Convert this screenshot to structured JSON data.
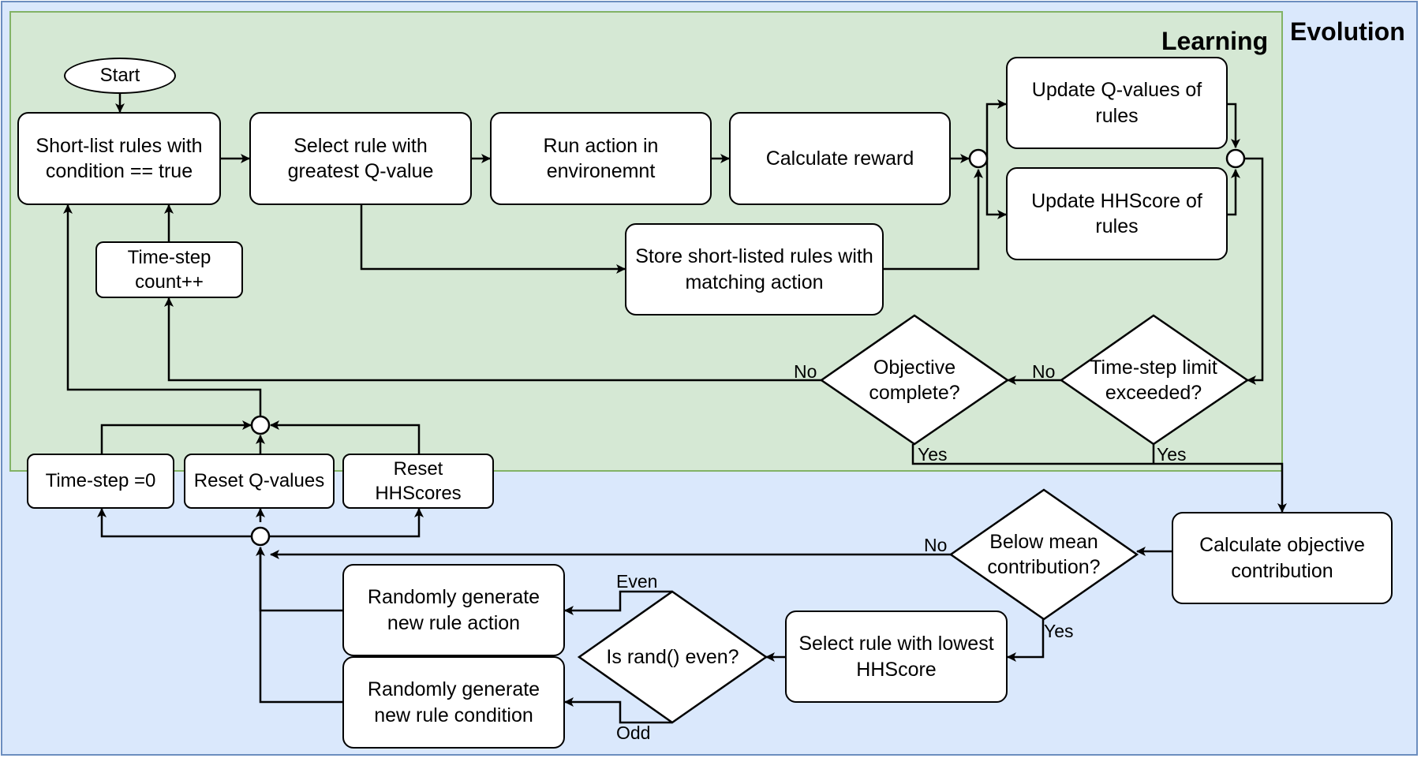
{
  "regions": {
    "evolution_title": "Evolution",
    "learning_title": "Learning"
  },
  "nodes": {
    "start": "Start",
    "shortlist": "Short-list rules with condition == true",
    "select_q": "Select rule with greatest Q-value",
    "run_action": "Run action in environemnt",
    "calc_reward": "Calculate reward",
    "update_q": "Update Q-values of rules",
    "update_hh": "Update HHScore of rules",
    "store": "Store short-listed rules with matching action",
    "timestep_count": "Time-step count++",
    "timestep_zero": "Time-step =0",
    "reset_q": "Reset Q-values",
    "reset_hh": "Reset HHScores",
    "calc_obj": "Calculate objective contribution",
    "select_hh": "Select rule with lowest HHScore",
    "gen_action": "Randomly generate new rule action",
    "gen_condition": "Randomly generate new rule condition"
  },
  "decisions": {
    "objective_complete": "Objective complete?",
    "timestep_limit": "Time-step limit exceeded?",
    "below_mean": "Below mean contribution?",
    "rand_even": "Is rand() even?"
  },
  "edge_labels": {
    "no_objective": "No",
    "no_timestep": "No",
    "yes_objective": "Yes",
    "yes_timestep": "Yes",
    "no_below_mean": "No",
    "yes_below_mean": "Yes",
    "even": "Even",
    "odd": "Odd"
  },
  "colors": {
    "evolution_fill": "#dae8fc",
    "evolution_border": "#6c8ebf",
    "learning_fill": "#d5e8d4",
    "learning_border": "#82b366",
    "node_fill": "#ffffff",
    "stroke": "#000000"
  }
}
